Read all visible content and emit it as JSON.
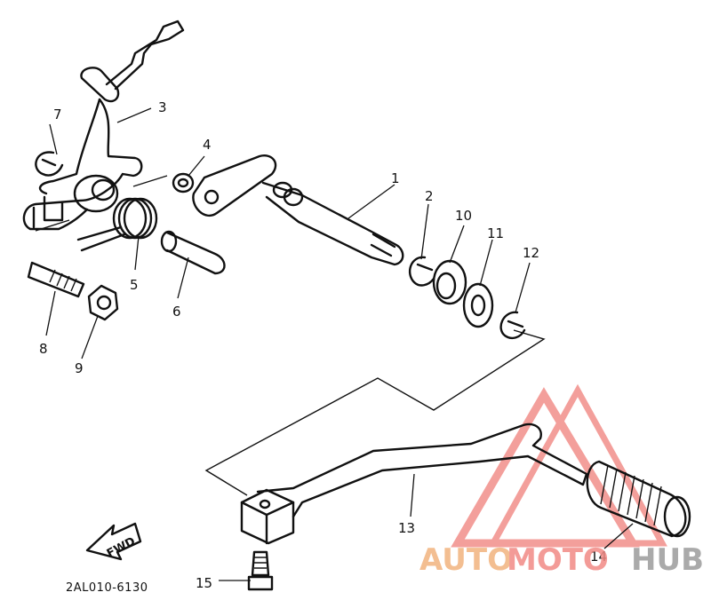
{
  "diagram": {
    "part_code": "2AL010-6130",
    "direction_label": "FWD",
    "callouts": [
      {
        "id": "1",
        "part": "shift-shaft"
      },
      {
        "id": "2",
        "part": "e-clip"
      },
      {
        "id": "3",
        "part": "shift-arm"
      },
      {
        "id": "4",
        "part": "collar"
      },
      {
        "id": "5",
        "part": "torsion-spring"
      },
      {
        "id": "6",
        "part": "pin"
      },
      {
        "id": "7",
        "part": "e-clip"
      },
      {
        "id": "8",
        "part": "stud-bolt"
      },
      {
        "id": "9",
        "part": "nut"
      },
      {
        "id": "10",
        "part": "seal"
      },
      {
        "id": "11",
        "part": "washer"
      },
      {
        "id": "12",
        "part": "e-clip"
      },
      {
        "id": "13",
        "part": "shift-pedal"
      },
      {
        "id": "14",
        "part": "pedal-rubber"
      },
      {
        "id": "15",
        "part": "bolt"
      }
    ]
  },
  "watermark": {
    "part1": "AUTO",
    "part2": "MOTO",
    "part3": "HUB",
    "logo_color": "#f07f7a",
    "text_colors": [
      "#f2b37e",
      "#f28a86",
      "#9c9c9c"
    ]
  }
}
